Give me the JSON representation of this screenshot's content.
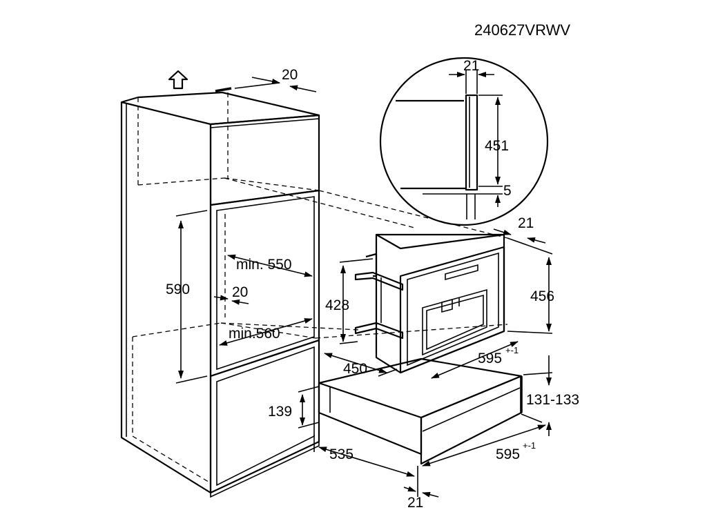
{
  "drawing_code": "240627VRWV",
  "dimensions": {
    "cabinet_top_depth_offset": "20",
    "niche_height": "590",
    "niche_depth_min": "min. 550",
    "niche_side_offset": "20",
    "niche_width_min": "min.560",
    "drawer_niche_height": "139",
    "drawer_depth": "535",
    "drawer_front_offset": "21",
    "drawer_width": "595",
    "drawer_width_tolerance": "+-1",
    "drawer_height": "131-133",
    "appliance_body_height": "428",
    "appliance_depth": "450",
    "appliance_width": "595",
    "appliance_width_tolerance": "+-1",
    "appliance_front_height": "456",
    "appliance_front_offset": "21",
    "detail_thickness": "21",
    "detail_height": "451",
    "detail_gap": "5"
  },
  "icons": {
    "top": "up-arrow-icon"
  }
}
